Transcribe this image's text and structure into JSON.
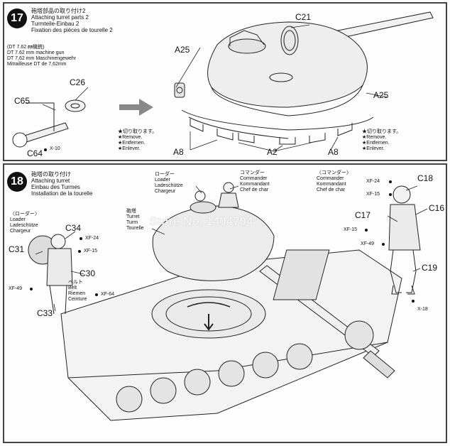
{
  "step17": {
    "number": "17",
    "title_jp": "砲塔部品の取り付け2",
    "title_en": "Attaching turret parts 2",
    "title_de": "Turmteile-Einbau 2",
    "title_fr": "Fixation des pièces de tourelle 2",
    "mg_jp": "(DT 7.62 ㎜機銃)",
    "mg_en": "DT 7.62 mm machine gun",
    "mg_de": "DT 7,62 mm Maschinengewehr",
    "mg_fr": "Mitrailleuse DT de 7,62mm",
    "parts": {
      "c26": "C26",
      "c65": "C65",
      "c64": "C64",
      "x10": "X-10",
      "a25_left": "A25",
      "a25_right": "A25",
      "c21": "C21",
      "a8_left": "A8",
      "a8_right": "A8",
      "a2": "A2"
    },
    "legend_left": [
      "★切り取ります。",
      "★Remove.",
      "★Entfernen.",
      "★Enlever."
    ],
    "legend_right": [
      "★切り取ります。",
      "★Remove.",
      "★Entfernen.",
      "★Enlever."
    ]
  },
  "step18": {
    "number": "18",
    "title_jp": "砲塔の取り付け",
    "title_en": "Attaching turret",
    "title_de": "Einbau des Turmes",
    "title_fr": "Installation de la tourelle",
    "loader_top": [
      "ローダー",
      "Loader",
      "Ladeschütze",
      "Chargeur"
    ],
    "commander_top": [
      "コマンダー",
      "Commander",
      "Kommandant",
      "Chef de char"
    ],
    "turret": [
      "砲塔",
      "Turret",
      "Turm",
      "Tourelle"
    ],
    "loader_left": [
      "〈ローダー〉",
      "Loader",
      "Ladeschütze",
      "Chargeur"
    ],
    "belt": [
      "ベルト",
      "Belt",
      "Riemen",
      "Ceinture"
    ],
    "commander_right": [
      "〈コマンダー〉",
      "Commander",
      "Kommandant",
      "Chef de char"
    ],
    "parts": {
      "c34": "C34",
      "c31": "C31",
      "c30": "C30",
      "c33": "C33",
      "c18": "C18",
      "c16": "C16",
      "c17": "C17",
      "c19": "C19"
    },
    "paints": {
      "xf24_left": "XF-24",
      "xf15_left": "XF-15",
      "xf49_left": "XF-49",
      "xf64": "XF-64",
      "xf24_right": "XF-24",
      "xf15_right": "XF-15",
      "xf15_right2": "XF-15",
      "xf49_right": "XF-49",
      "x18": "X-18"
    }
  },
  "watermark": "Store No. 1404704"
}
